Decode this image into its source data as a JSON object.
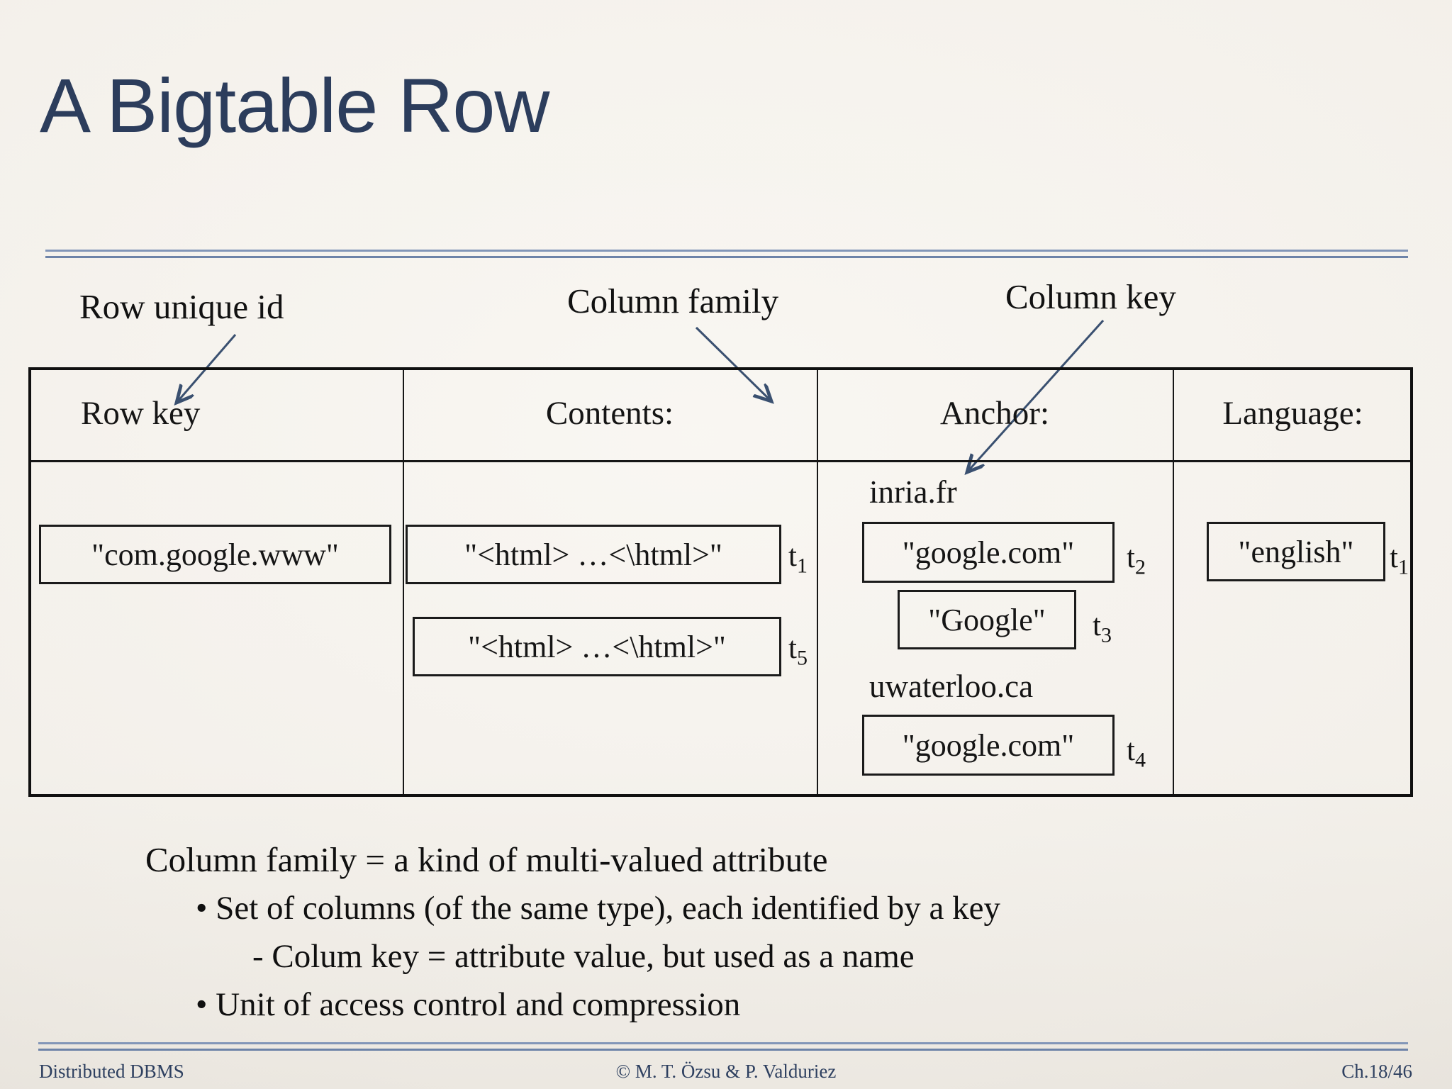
{
  "title": "A Bigtable Row",
  "labels": {
    "row_unique_id": "Row unique id",
    "column_family": "Column family",
    "column_key": "Column key"
  },
  "table": {
    "headers": {
      "row_key": "Row key",
      "contents": "Contents:",
      "anchor": "Anchor:",
      "language": "Language:"
    },
    "row_key_value": "\"com.google.www\"",
    "contents": [
      {
        "value": "\"<html> …<\\html>\"",
        "t": "t",
        "sub": "1"
      },
      {
        "value": "\"<html> …<\\html>\"",
        "t": "t",
        "sub": "5"
      }
    ],
    "anchor": {
      "key1": "inria.fr",
      "cell1": {
        "value": "\"google.com\"",
        "t": "t",
        "sub": "2"
      },
      "cell2": {
        "value": "\"Google\"",
        "t": "t",
        "sub": "3"
      },
      "key2": "uwaterloo.ca",
      "cell3": {
        "value": "\"google.com\"",
        "t": "t",
        "sub": "4"
      }
    },
    "language": {
      "cell1": {
        "value": "\"english\"",
        "t": "t",
        "sub": "1"
      }
    }
  },
  "notes": {
    "line1": "Column family = a kind of multi-valued attribute",
    "line2": "• Set of columns (of the same type), each identified by a key",
    "line3": "- Colum key = attribute value, but used as a name",
    "line4": "• Unit of access control and compression"
  },
  "footer": {
    "left": "Distributed DBMS",
    "center": "© M. T. Özsu & P. Valduriez",
    "right": "Ch.18/46"
  },
  "colors": {
    "title": "#2c3d5c",
    "rule_blue": "#8296b8",
    "arrow": "#3a5070",
    "background": "#f1eee8"
  }
}
